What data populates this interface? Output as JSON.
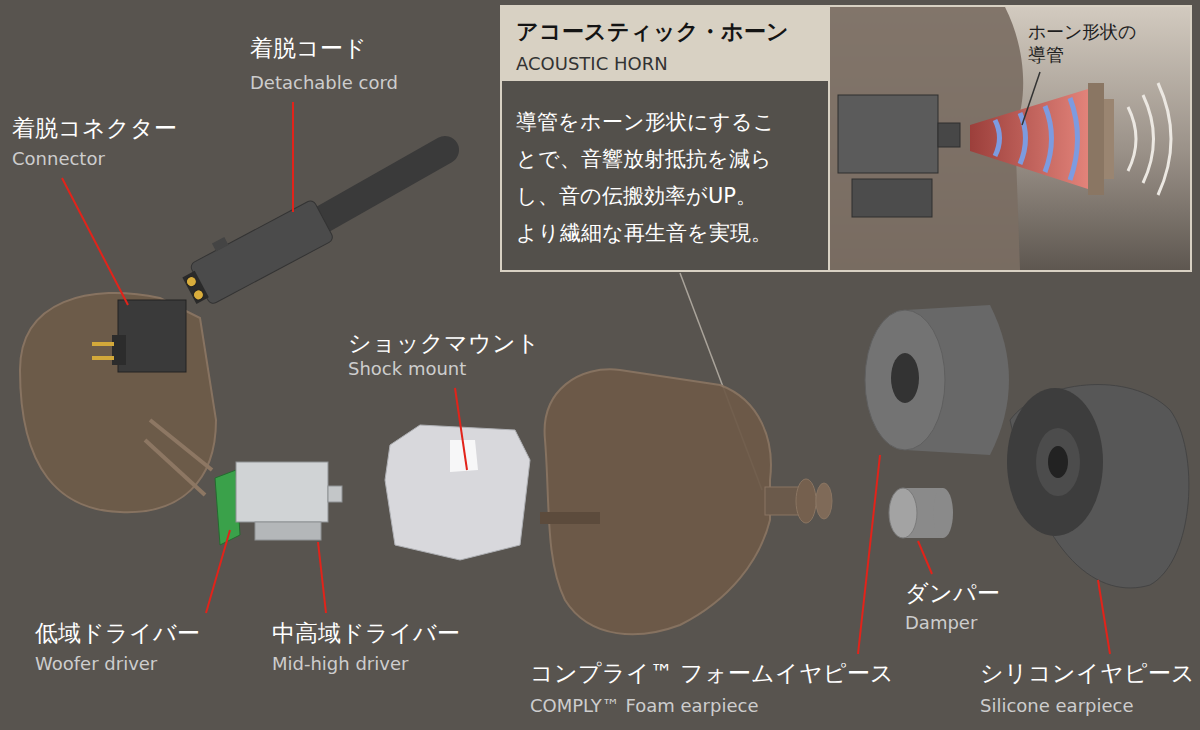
{
  "diagram": {
    "nodes": [
      {
        "text": [
          "アコースティック・ホーン",
          "ACOUSTIC HORN",
          "導管をホーン形状にするこ とで、音響放射抵抗を減ら し、音の伝搬効率がUP。 より繊細な再生音を実現。"
        ]
      },
      {
        "text": [
          "ホーン形状の 導管"
        ],
        "in": 0
      }
    ],
    "labels": [
      "着脱コード",
      "Detachable cord",
      "着脱コネクター",
      "Connector",
      "ショックマウント",
      "Shock mount",
      "低域ドライバー",
      "Woofer driver",
      "中高域ドライバー",
      "Mid-high driver",
      "コンプライ™ フォームイヤピース",
      "COMPLY™ Foam earpiece",
      "ダンパー",
      "Damper",
      "シリコンイヤピース",
      "Silicone earpiece"
    ]
  }
}
